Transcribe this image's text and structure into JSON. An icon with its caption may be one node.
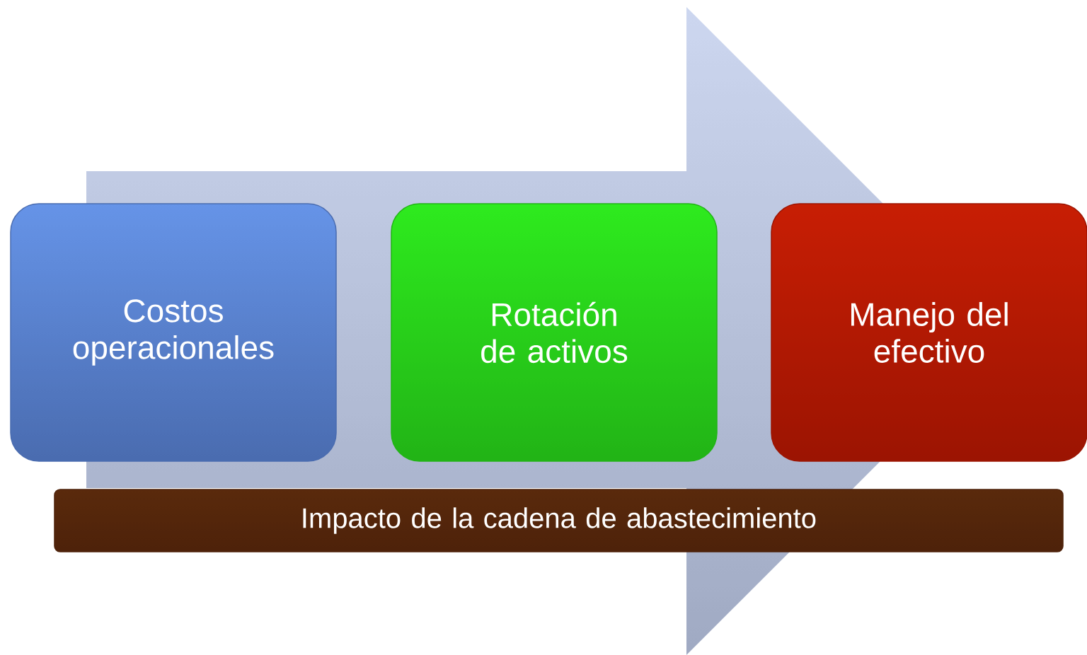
{
  "diagram": {
    "nodes": [
      {
        "text": [
          "Costos operacionales"
        ]
      },
      {
        "text": [
          "Rotación de activos"
        ]
      },
      {
        "text": [
          "Manejo del efectivo"
        ]
      },
      {
        "text": [
          "Impacto de la cadena de abastecimiento"
        ]
      }
    ]
  }
}
